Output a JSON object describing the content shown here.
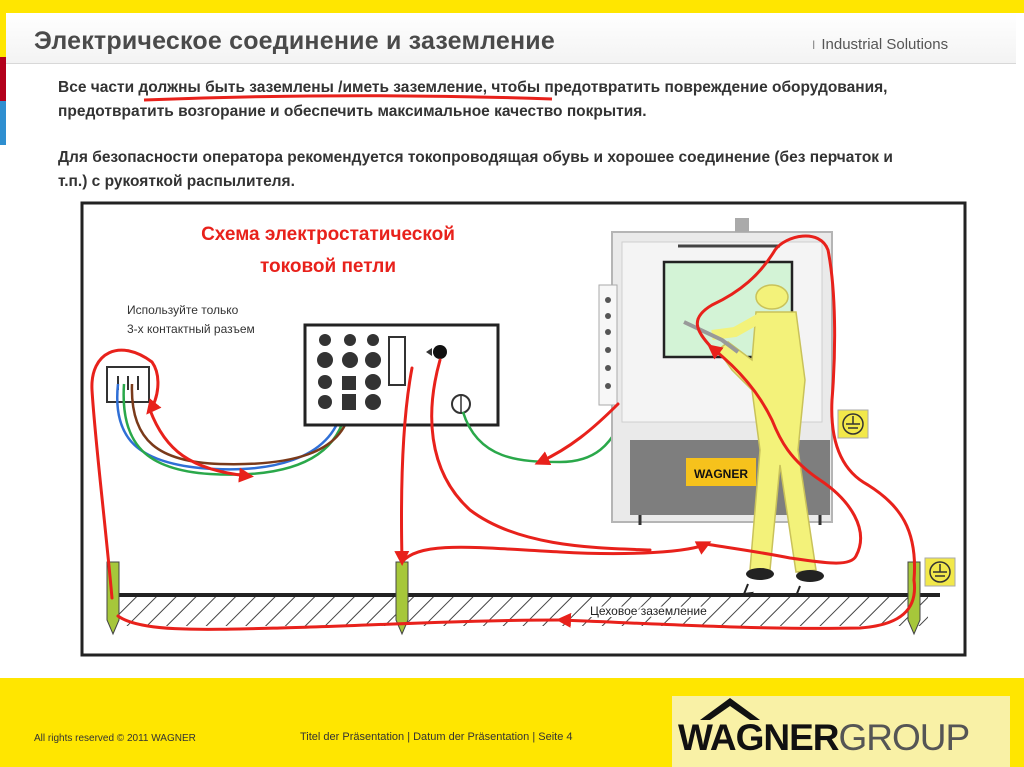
{
  "header": {
    "title": "Электрическое соединение и заземление",
    "industrial": "Industrial Solutions"
  },
  "body": {
    "para1": "Все части должны быть заземлены /иметь заземление, чтобы предотвратить повреждение оборудования, предотвратить возгорание и обеспечить максимальное качество покрытия.",
    "para2": "Для безопасности оператора рекомендуется токопроводящая обувь и хорошее соединение (без перчаток и т.п.) с рукояткой распылителя."
  },
  "diagram": {
    "title_line1": "Схема электростатической",
    "title_line2": "токовой петли",
    "socket_line1": "Используйте только",
    "socket_line2": "3-х контактный разъем",
    "ground_label": "Цеховое заземление",
    "booth_label": "WAGNER"
  },
  "footer": {
    "copyright": "All rights reserved © 2011 WAGNER",
    "slide_info": "Titel der Präsentation | Datum der Präsentation | Seite 4",
    "logo_wagner": "WAGNER",
    "logo_group": "GROUP"
  },
  "colors": {
    "accent_yellow": "#ffe600",
    "loop_red": "#e8211b",
    "side_bar_red": "#b3001b",
    "side_bar_blue": "#2f8fd0",
    "operator_fill": "#f3f27a"
  },
  "icons": [
    "ground-symbol-icon",
    "lightning-icon",
    "wagner-roof-logo-icon"
  ]
}
